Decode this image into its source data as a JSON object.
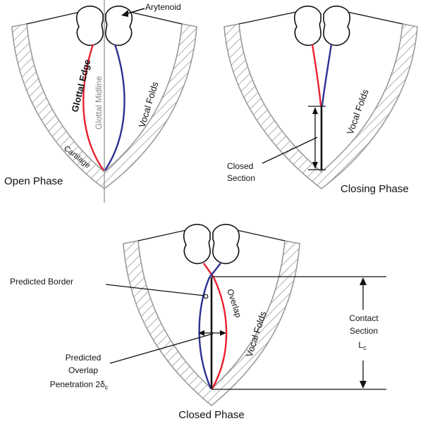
{
  "labels": {
    "arytenoid": "Arytenoid",
    "glottal_edge": "Glottal Edge",
    "glottal_midline": "Glottal Midline",
    "vocal_folds": "Vocal Folds",
    "cartilage": "Cartilage",
    "open_phase": "Open Phase",
    "closed_section_1": "Closed",
    "closed_section_2": "Section",
    "closing_phase": "Closing Phase",
    "predicted_border": "Predicted Border",
    "overlap": "Overlap",
    "predicted_overlap_1": "Predicted",
    "predicted_overlap_2": "Overlap",
    "predicted_overlap_3": "Penetration 2δ",
    "predicted_overlap_sub": "c",
    "contact_section_1": "Contact",
    "contact_section_2": "Section",
    "contact_section_3": "L",
    "contact_section_sub": "c",
    "closed_phase": "Closed Phase"
  },
  "colors": {
    "left_fold": "#e8202f",
    "right_fold": "#2e3192",
    "cartilage": "#9a9a9a",
    "midline": "#999999"
  }
}
